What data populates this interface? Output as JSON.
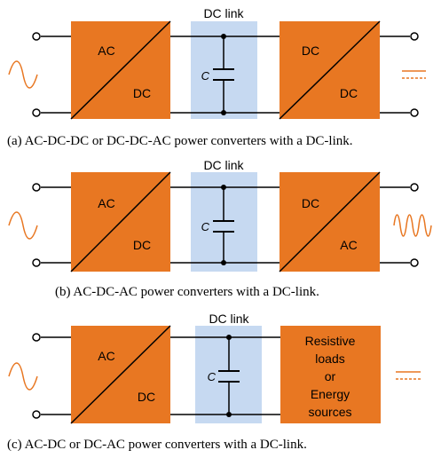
{
  "colors": {
    "converter_fill": "#E87722",
    "dc_link_band": "#C6D9F1",
    "wire": "#000000",
    "waveform": "#E87722"
  },
  "icons": {
    "ac_source": "sine-wave-icon",
    "dc_source": "dc-symbol-icon",
    "ac_fast": "fast-sine-wave-icon",
    "capacitor": "capacitor-icon",
    "terminal": "open-terminal-icon"
  },
  "panel_a": {
    "dc_link_label": "DC link",
    "converter1": {
      "top": "AC",
      "bottom": "DC"
    },
    "capacitor_label": "C",
    "converter2": {
      "top": "DC",
      "bottom": "DC"
    },
    "caption": "(a)  AC-DC-DC or DC-DC-AC power converters with a DC-link."
  },
  "panel_b": {
    "dc_link_label": "DC link",
    "converter1": {
      "top": "AC",
      "bottom": "DC"
    },
    "capacitor_label": "C",
    "converter2": {
      "top": "DC",
      "bottom": "AC"
    },
    "caption": "(b)  AC-DC-AC power converters with a DC-link."
  },
  "panel_c": {
    "dc_link_label": "DC link",
    "converter1": {
      "top": "AC",
      "bottom": "DC"
    },
    "capacitor_label": "C",
    "load_lines": [
      "Resistive",
      "loads",
      "or",
      "Energy",
      "sources"
    ],
    "caption": "(c)  AC-DC or DC-AC power converters with a DC-link."
  }
}
